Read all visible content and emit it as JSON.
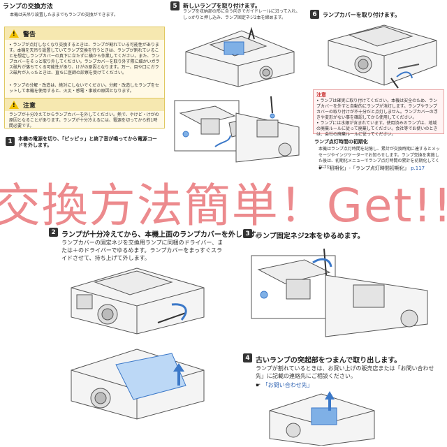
{
  "section_title": "ランプの交換方法",
  "section_intro": "本機は天吊り設置したままでもランプの交換ができます。",
  "warning": {
    "label": "警告",
    "bullets": [
      "ランプが点灯しなくなり交換するときは、ランプが割れている可能性があります。本機を天吊り設置していてランプ交換を行うときは、ランプが割れていることを想定しランプカバーの真下に立たずに横から作業してください。また、ランプカバーをそっと取り外してください。ランプカバーを取り外す際に細かいガラス破片が落ちてくる可能性があり、けがの原因となります。万一、目や口にガラス破片が入ったときは、直ちに医師の診察を受けてください。",
      "ランプの分解・改造は、絶対にしないでください。分解・改造したランプをセットして本機を使用すると、火災・感電・事故の原因となります。"
    ]
  },
  "caution": {
    "label": "注意",
    "text": "ランプが十分冷えてからランプカバーを外してください。熱で、やけど・けがの原因となることがあります。ランプが十分冷えるには、電源を切ってから約1時間必要です。"
  },
  "step1": {
    "num": "1",
    "text": "本機の電源を切り、「ピッピッ」と終了音が鳴ってから電源コードを外します。"
  },
  "step5": {
    "num": "5",
    "title": "新しいランプを取り付けます。",
    "text": "ランプを収納部の形に合う向きでガイドレールに沿って入れ、しっかりと押し込み、ランプ固定ネジ2本を締めます。"
  },
  "step6": {
    "num": "6",
    "title": "ランプカバーを取り付けます。"
  },
  "note6": {
    "label": "注意",
    "bullets": [
      "ランプは確実に取り付けてください。本機は安全のため、ランプカバーを外すと自動的にランプが消灯します。ランプやランプカバーの取り付けが不十分だと点灯しません。ランプカバーの浮きや変形がない事を確認してから使用してください。",
      "ランプには水銀が含まれています。使用済みのランプは、地域の廃棄ルールに従って廃棄してください。会社等でお使いのときは、会社の廃棄ルールに従ってください。"
    ]
  },
  "reset": {
    "title": "ランプ点灯時間の初期化",
    "text": "本機はランプ点灯時間を記憶し、累計が交換時期に達するとメッセージやインジケーターでお知らせします。ランプ交換を実施した後は、初期化メニューでランプ点灯時間の累計を初期化してください。",
    "ref": "「初期化」-「ランプ点灯時間初期化」",
    "page": "p.117"
  },
  "overlay": "交換方法簡単！Get!!",
  "step2": {
    "num": "2",
    "title": "ランプが十分冷えてから、本機上面のランプカバーを外します。",
    "text": "ランプカバーの固定ネジを交換用ランプに同梱のドライバー、または＋のドライバーでゆるめます。ランプカバーをまっすぐスライドさせて、持ち上げて外します。"
  },
  "step3": {
    "num": "3",
    "title": "ランプ固定ネジ2本をゆるめます。"
  },
  "step4": {
    "num": "4",
    "title": "古いランプの突起部をつまんで取り出します。",
    "text": "ランプが割れているときは、お買い上げの販売店または「お問い合わせ先」に記載の連絡先にご相談ください。",
    "ref": "「お問い合わせ先」"
  },
  "colors": {
    "overlay": "#ec8a8d",
    "accent_blue": "#3b78c8",
    "warn_bg": "#fff9e6"
  }
}
